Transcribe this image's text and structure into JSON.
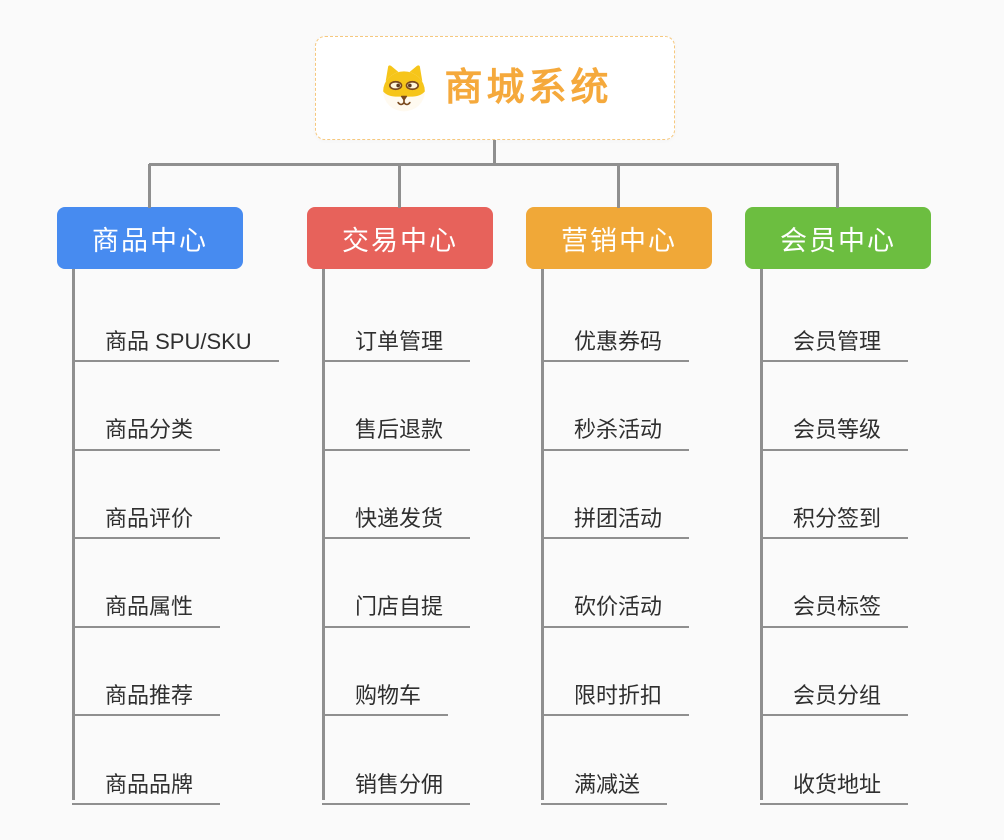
{
  "root": {
    "title": "商城系统",
    "icon": "shiba-dog-icon"
  },
  "colors": {
    "background": "#fafafa",
    "connector": "#8f8f8f",
    "root_text": "#f5a93c",
    "root_border": "#f6c87e",
    "leaf_text": "#2f2f2f"
  },
  "branches": [
    {
      "key": "product-center",
      "label": "商品中心",
      "color": "#478bf0",
      "items": [
        "商品 SPU/SKU",
        "商品分类",
        "商品评价",
        "商品属性",
        "商品推荐",
        "商品品牌"
      ]
    },
    {
      "key": "trade-center",
      "label": "交易中心",
      "color": "#e7625b",
      "items": [
        "订单管理",
        "售后退款",
        "快递发货",
        "门店自提",
        "购物车",
        "销售分佣"
      ]
    },
    {
      "key": "marketing-center",
      "label": "营销中心",
      "color": "#f0a838",
      "items": [
        "优惠券码",
        "秒杀活动",
        "拼团活动",
        "砍价活动",
        "限时折扣",
        "满减送"
      ]
    },
    {
      "key": "member-center",
      "label": "会员中心",
      "color": "#6cbe40",
      "items": [
        "会员管理",
        "会员等级",
        "积分签到",
        "会员标签",
        "会员分组",
        "收货地址"
      ]
    }
  ]
}
